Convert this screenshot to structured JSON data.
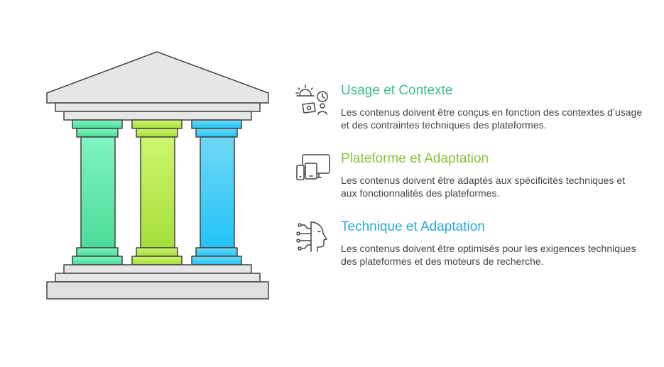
{
  "items": [
    {
      "title": "Usage et Contexte",
      "text": "Les contenus doivent être conçus en fonction des contextes d’usage et des contraintes techniques des plateformes.",
      "icon": "usage-context-icon",
      "color": "#3dbe86"
    },
    {
      "title": "Plateforme et Adaptation",
      "text": "Les contenus doivent être adaptés aux spécificités techniques et aux fonctionnalités des plateformes.",
      "icon": "devices-icon",
      "color": "#8cc23a"
    },
    {
      "title": "Technique et Adaptation",
      "text": "Les contenus doivent être optimisés pour les exigences techniques des plateformes et des moteurs de recherche.",
      "icon": "ai-head-icon",
      "color": "#28a9d8"
    }
  ],
  "pillar_colors": {
    "green": [
      "#7ff5bf",
      "#4bdc98"
    ],
    "lime": [
      "#cdf56e",
      "#a6de3a"
    ],
    "blue": [
      "#6fd8f5",
      "#22c3f7"
    ],
    "stone": "#e4e4e4",
    "outline": "#444444"
  }
}
